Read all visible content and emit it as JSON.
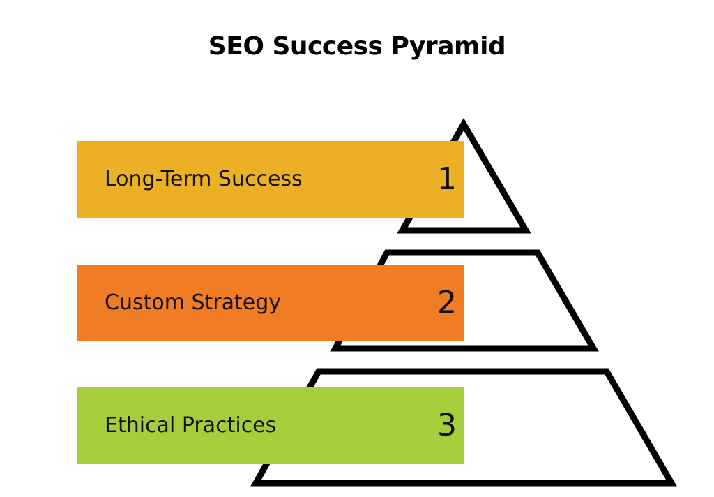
{
  "title": "SEO Success Pyramid",
  "tiers": [
    {
      "label": "Long-Term Success",
      "number": "1",
      "color": "#ebb025"
    },
    {
      "label": "Custom Strategy",
      "number": "2",
      "color": "#f07c23"
    },
    {
      "label": "Ethical Practices",
      "number": "3",
      "color": "#a6cd3c"
    }
  ],
  "outline_color": "#000000"
}
